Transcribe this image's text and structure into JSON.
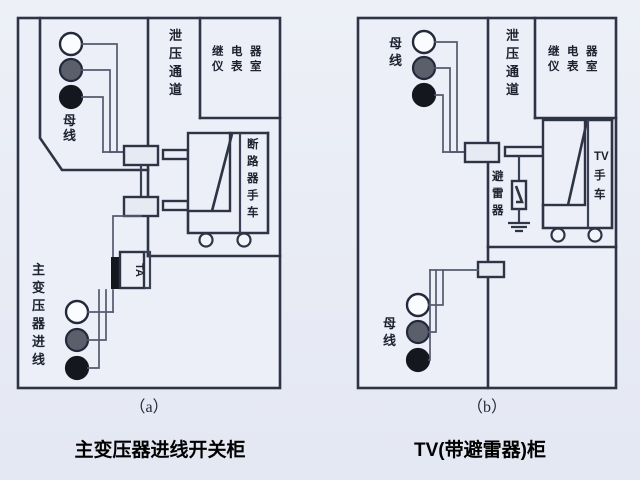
{
  "figure": {
    "background_color": "#e9ecf5",
    "line_color": "#2e3446"
  },
  "panels": [
    {
      "id": "a",
      "sub_label": "（a）",
      "caption": "主变压器进线开关柜",
      "compartments": {
        "busbar_room_label": "母线",
        "pressure_relief_label": "泄压通道",
        "relay_room_label_col1": "继电器",
        "relay_room_label_col2": "仪表室",
        "incoming_label": "主变压器进线",
        "trolley_label": "断路器手车",
        "ct_label": "TA"
      },
      "phases_top": [
        {
          "name": "phase-a",
          "color": "#fbfcff"
        },
        {
          "name": "phase-b",
          "color": "#5b5f6b"
        },
        {
          "name": "phase-c",
          "color": "#15171f"
        }
      ],
      "phases_bottom": [
        {
          "name": "phase-a",
          "color": "#fbfcff"
        },
        {
          "name": "phase-b",
          "color": "#5b5f6b"
        },
        {
          "name": "phase-c",
          "color": "#15171f"
        }
      ]
    },
    {
      "id": "b",
      "sub_label": "（b）",
      "caption": "TV(带避雷器)柜",
      "compartments": {
        "busbar_room_label_top": "母线",
        "busbar_room_label_bottom": "母线",
        "pressure_relief_label": "泄压通道",
        "relay_room_label_col1": "继电器",
        "relay_room_label_col2": "仪表室",
        "arrester_label": "避雷器",
        "trolley_label": "TV手车"
      },
      "phases_top": [
        {
          "name": "phase-a",
          "color": "#fbfcff"
        },
        {
          "name": "phase-b",
          "color": "#5b5f6b"
        },
        {
          "name": "phase-c",
          "color": "#15171f"
        }
      ],
      "phases_bottom": [
        {
          "name": "phase-a",
          "color": "#fbfcff"
        },
        {
          "name": "phase-b",
          "color": "#5b5f6b"
        },
        {
          "name": "phase-c",
          "color": "#15171f"
        }
      ]
    }
  ]
}
